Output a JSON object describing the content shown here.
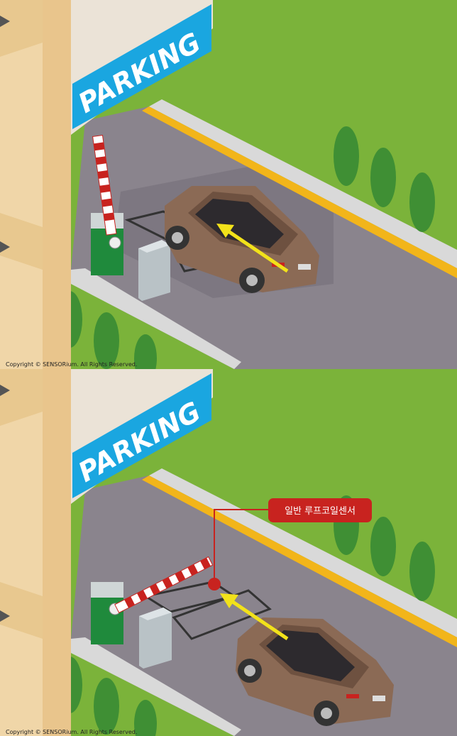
{
  "scenes": [
    {
      "id": "scene-1",
      "sign_text": "PARKING",
      "copyright": "Copyright © SENSORium. All Rights Reserved.",
      "barrier_state": "open"
    },
    {
      "id": "scene-2",
      "sign_text": "PARKING",
      "callout": "일반 루프코일센서",
      "copyright": "Copyright © SENSORium. All Rights Reserved.",
      "barrier_state": "closed"
    }
  ],
  "colors": {
    "grass": "#7bb33a",
    "road": "#8a848d",
    "building": "#f0d6a8",
    "sign": "#1aa6e0",
    "car": "#8b6a55",
    "arrow": "#f2e21a",
    "callout": "#c8231f",
    "curb_yellow": "#f2b51a",
    "gate_green": "#1f8a3c"
  }
}
